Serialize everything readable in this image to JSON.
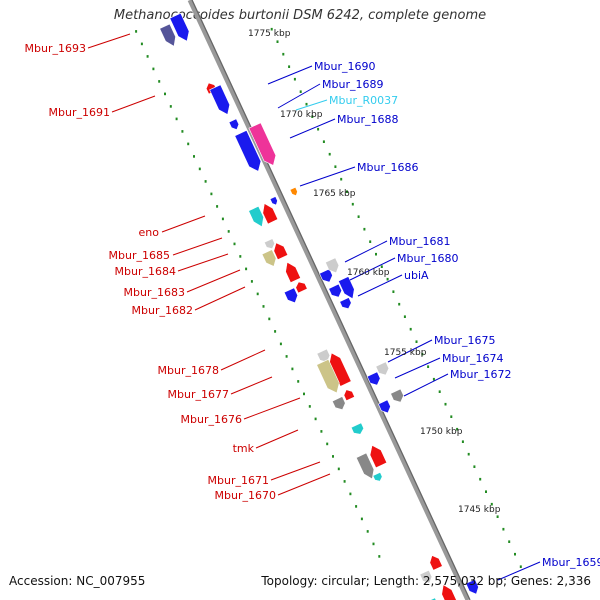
{
  "title": "Methanococcoides burtonii DSM 6242, complete genome",
  "footer": {
    "accession": "Accession: NC_007955",
    "stats": "Topology: circular; Length: 2,575,032 bp; Genes: 2,336"
  },
  "colors": {
    "background": "#ffffff",
    "backbone": "#999999",
    "dots": "#228b22",
    "label_left": "#cc0000",
    "label_right": "#0000cc",
    "label_rna": "#33ccee",
    "gene_blue": "#1a1aee",
    "gene_red": "#ee1111",
    "gene_pink": "#ee3399",
    "gene_cyan": "#22cccc",
    "gene_khaki": "#ccc488",
    "gene_gray": "#888888",
    "gene_lightgray": "#cccccc",
    "gene_orange": "#ff8800",
    "gene_navy": "#555599"
  },
  "kbp_ticks": [
    {
      "text": "1775 kbp"
    },
    {
      "text": "1770 kbp"
    },
    {
      "text": "1765 kbp"
    },
    {
      "text": "1760 kbp"
    },
    {
      "text": "1755 kbp"
    },
    {
      "text": "1750 kbp"
    },
    {
      "text": "1745 kbp"
    }
  ],
  "gene_labels": [
    {
      "text": "Mbur_1693",
      "side": "left"
    },
    {
      "text": "Mbur_1691",
      "side": "left"
    },
    {
      "text": "eno",
      "side": "left"
    },
    {
      "text": "Mbur_1685",
      "side": "left"
    },
    {
      "text": "Mbur_1684",
      "side": "left"
    },
    {
      "text": "Mbur_1683",
      "side": "left"
    },
    {
      "text": "Mbur_1682",
      "side": "left"
    },
    {
      "text": "Mbur_1678",
      "side": "left"
    },
    {
      "text": "Mbur_1677",
      "side": "left"
    },
    {
      "text": "Mbur_1676",
      "side": "left"
    },
    {
      "text": "tmk",
      "side": "left"
    },
    {
      "text": "Mbur_1671",
      "side": "left"
    },
    {
      "text": "Mbur_1670",
      "side": "left"
    },
    {
      "text": "Mbur_1690",
      "side": "right"
    },
    {
      "text": "Mbur_1689",
      "side": "right"
    },
    {
      "text": "Mbur_R0037",
      "side": "right"
    },
    {
      "text": "Mbur_1688",
      "side": "right"
    },
    {
      "text": "Mbur_1686",
      "side": "right"
    },
    {
      "text": "Mbur_1681",
      "side": "right"
    },
    {
      "text": "Mbur_1680",
      "side": "right"
    },
    {
      "text": "ubiA",
      "side": "right"
    },
    {
      "text": "Mbur_1675",
      "side": "right"
    },
    {
      "text": "Mbur_1674",
      "side": "right"
    },
    {
      "text": "Mbur_1672",
      "side": "right"
    },
    {
      "text": "Mbur_1659",
      "side": "right"
    }
  ]
}
